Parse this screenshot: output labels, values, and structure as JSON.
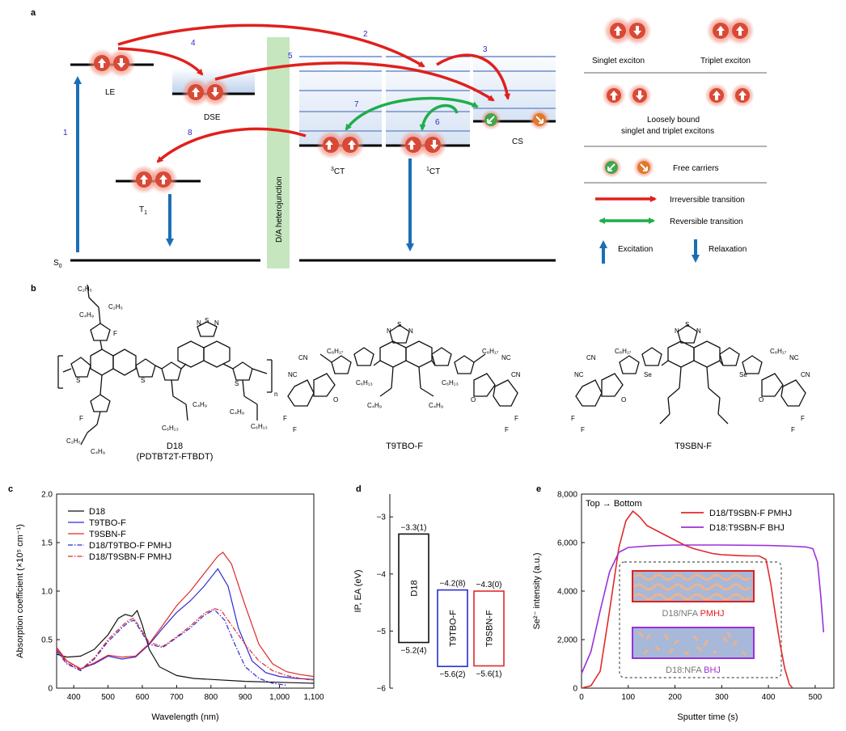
{
  "panels": {
    "a": "a",
    "b": "b",
    "c": "c",
    "d": "d",
    "e": "e"
  },
  "panel_a": {
    "states": {
      "le": "LE",
      "dse": "DSE",
      "t1": "T",
      "t1_sub": "1",
      "s0": "S",
      "s0_sub": "0",
      "ct3_sup": "3",
      "ct3": "CT",
      "ct1_sup": "1",
      "ct1": "CT",
      "cs": "CS"
    },
    "junction": "D/A heterojunction",
    "arrow_numbers": {
      "n1": "1",
      "n2": "2",
      "n3": "3",
      "n4": "4",
      "n5": "5",
      "n6": "6",
      "n7": "7",
      "n8": "8"
    },
    "legend": {
      "singlet": "Singlet exciton",
      "triplet": "Triplet exciton",
      "loose_1": "Loosely bound",
      "loose_2": "singlet and triplet excitons",
      "free": "Free carriers",
      "irreversible": "Irreversible transition",
      "reversible": "Reversible transition",
      "excitation": "Excitation",
      "relaxation": "Relaxation"
    },
    "colors": {
      "red": "#e0201c",
      "green": "#1fae4b",
      "blue": "#1a6fb5",
      "exciton": "#f08a7a",
      "core": "#d84a36"
    }
  },
  "panel_b": {
    "molecules": [
      {
        "name": "D18",
        "alias": "(PDTBT2T-FTBDT)"
      },
      {
        "name": "T9TBO-F",
        "alias": ""
      },
      {
        "name": "T9SBN-F",
        "alias": ""
      }
    ],
    "atoms": {
      "c2h5": "C₂H₅",
      "c4h9": "C₄H₉",
      "c6h13": "C₆H₁₃",
      "c8h17": "C₈H₁₇",
      "f": "F",
      "s": "S",
      "n": "N",
      "o": "O",
      "se": "Se",
      "nc": "NC",
      "cn": "CN",
      "n_sub": "n"
    }
  },
  "chart_data": [
    {
      "panel": "c",
      "type": "line",
      "xlabel": "Wavelength (nm)",
      "ylabel": "Absorption coefficient (×10⁵ cm⁻¹)",
      "xlim": [
        350,
        1100
      ],
      "ylim": [
        0,
        2.0
      ],
      "xticks": [
        400,
        500,
        600,
        700,
        800,
        900,
        1000,
        1100
      ],
      "xtick_labels": [
        "400",
        "500",
        "600",
        "700",
        "800",
        "900",
        "1,000",
        "1,100"
      ],
      "yticks": [
        0,
        0.5,
        1.0,
        1.5,
        2.0
      ],
      "ytick_labels": [
        "0",
        "0.5",
        "1.0",
        "1.5",
        "2.0"
      ],
      "legend_position": "top-left",
      "series": [
        {
          "name": "D18",
          "color": "#111111",
          "dash": "solid",
          "x": [
            350,
            380,
            420,
            460,
            500,
            530,
            550,
            570,
            585,
            600,
            620,
            650,
            700,
            750,
            800,
            900,
            1000,
            1100
          ],
          "y": [
            0.35,
            0.32,
            0.33,
            0.4,
            0.55,
            0.72,
            0.76,
            0.74,
            0.8,
            0.65,
            0.4,
            0.22,
            0.13,
            0.1,
            0.09,
            0.07,
            0.06,
            0.05
          ]
        },
        {
          "name": "T9TBO-F",
          "color": "#2b2bd6",
          "dash": "solid",
          "x": [
            350,
            380,
            420,
            460,
            500,
            540,
            580,
            620,
            660,
            700,
            740,
            780,
            820,
            850,
            880,
            920,
            960,
            1000,
            1050,
            1100
          ],
          "y": [
            0.4,
            0.28,
            0.2,
            0.25,
            0.33,
            0.3,
            0.32,
            0.45,
            0.62,
            0.78,
            0.9,
            1.05,
            1.23,
            1.05,
            0.62,
            0.28,
            0.16,
            0.12,
            0.1,
            0.09
          ]
        },
        {
          "name": "T9SBN-F",
          "color": "#e02a2a",
          "dash": "solid",
          "x": [
            350,
            380,
            420,
            460,
            500,
            540,
            580,
            620,
            660,
            700,
            740,
            780,
            820,
            835,
            860,
            900,
            940,
            980,
            1020,
            1060,
            1100
          ],
          "y": [
            0.42,
            0.28,
            0.2,
            0.26,
            0.34,
            0.32,
            0.33,
            0.46,
            0.65,
            0.85,
            1.0,
            1.18,
            1.36,
            1.4,
            1.28,
            0.85,
            0.45,
            0.25,
            0.17,
            0.14,
            0.12
          ]
        },
        {
          "name": "D18/T9TBO-F PMHJ",
          "color": "#2b2bd6",
          "dash": "dashdot",
          "x": [
            350,
            380,
            420,
            460,
            500,
            540,
            560,
            575,
            590,
            620,
            660,
            700,
            740,
            780,
            810,
            840,
            870,
            900,
            940,
            980,
            1020
          ],
          "y": [
            0.38,
            0.25,
            0.18,
            0.3,
            0.48,
            0.62,
            0.68,
            0.7,
            0.62,
            0.45,
            0.42,
            0.52,
            0.62,
            0.75,
            0.81,
            0.7,
            0.45,
            0.22,
            0.1,
            0.05,
            0.03
          ]
        },
        {
          "name": "D18/T9SBN-F PMHJ",
          "color": "#e02a2a",
          "dash": "dashdot",
          "x": [
            350,
            380,
            420,
            460,
            500,
            540,
            560,
            575,
            590,
            620,
            660,
            700,
            740,
            780,
            810,
            830,
            860,
            900,
            940,
            980,
            1020,
            1060,
            1100
          ],
          "y": [
            0.4,
            0.26,
            0.19,
            0.31,
            0.5,
            0.64,
            0.7,
            0.72,
            0.64,
            0.47,
            0.43,
            0.53,
            0.64,
            0.77,
            0.82,
            0.8,
            0.65,
            0.45,
            0.28,
            0.18,
            0.13,
            0.1,
            0.08
          ]
        }
      ]
    },
    {
      "panel": "d",
      "type": "bar",
      "ylabel": "IP, EA (eV)",
      "ylim": [
        -6,
        -2.6
      ],
      "yticks": [
        -3,
        -4,
        -5,
        -6
      ],
      "ytick_labels": [
        "−3",
        "−4",
        "−5",
        "−6"
      ],
      "materials": [
        {
          "name": "D18",
          "ea": -3.3,
          "ip": -5.2,
          "ea_label": "−3.3(1)",
          "ip_label": "−5.2(4)",
          "color": "#111111"
        },
        {
          "name": "T9TBO-F",
          "ea": -4.28,
          "ip": -5.62,
          "ea_label": "−4.2(8)",
          "ip_label": "−5.6(2)",
          "color": "#2b2bd6"
        },
        {
          "name": "T9SBN-F",
          "ea": -4.3,
          "ip": -5.61,
          "ea_label": "−4.3(0)",
          "ip_label": "−5.6(1)",
          "color": "#e02a2a"
        }
      ]
    },
    {
      "panel": "e",
      "type": "line",
      "xlabel": "Sputter time (s)",
      "ylabel": "Se²⁻ intensity (a.u.)",
      "xlim": [
        0,
        540
      ],
      "ylim": [
        0,
        8000
      ],
      "xticks": [
        0,
        100,
        200,
        300,
        400,
        500
      ],
      "xtick_labels": [
        "0",
        "100",
        "200",
        "300",
        "400",
        "500"
      ],
      "yticks": [
        0,
        2000,
        4000,
        6000,
        8000
      ],
      "ytick_labels": [
        "0",
        "2,000",
        "4,000",
        "6,000",
        "8,000"
      ],
      "annotation": "Top → Bottom",
      "legend_position": "top-right",
      "inset": {
        "label_pmhj_prefix": "D18/NFA ",
        "label_pmhj": "PMHJ",
        "label_bhj_prefix": "D18:NFA ",
        "label_bhj": "BHJ"
      },
      "series": [
        {
          "name": "D18/T9SBN-F PMHJ",
          "color": "#e02a2a",
          "x": [
            0,
            20,
            40,
            60,
            80,
            95,
            110,
            125,
            140,
            160,
            180,
            200,
            220,
            240,
            260,
            280,
            300,
            320,
            340,
            360,
            380,
            395,
            405,
            415,
            425,
            435,
            445,
            452
          ],
          "y": [
            0,
            100,
            700,
            3200,
            5800,
            6900,
            7300,
            7050,
            6700,
            6500,
            6300,
            6100,
            5900,
            5750,
            5650,
            5550,
            5500,
            5480,
            5460,
            5450,
            5450,
            5300,
            4300,
            3000,
            1800,
            800,
            150,
            0
          ]
        },
        {
          "name": "D18:T9SBN-F BHJ",
          "color": "#9b30d9",
          "x": [
            0,
            20,
            40,
            60,
            80,
            100,
            150,
            200,
            300,
            400,
            450,
            480,
            495,
            505,
            512,
            518
          ],
          "y": [
            600,
            1500,
            3200,
            4800,
            5600,
            5800,
            5870,
            5900,
            5900,
            5880,
            5850,
            5820,
            5750,
            5200,
            3800,
            2300
          ]
        }
      ]
    }
  ]
}
